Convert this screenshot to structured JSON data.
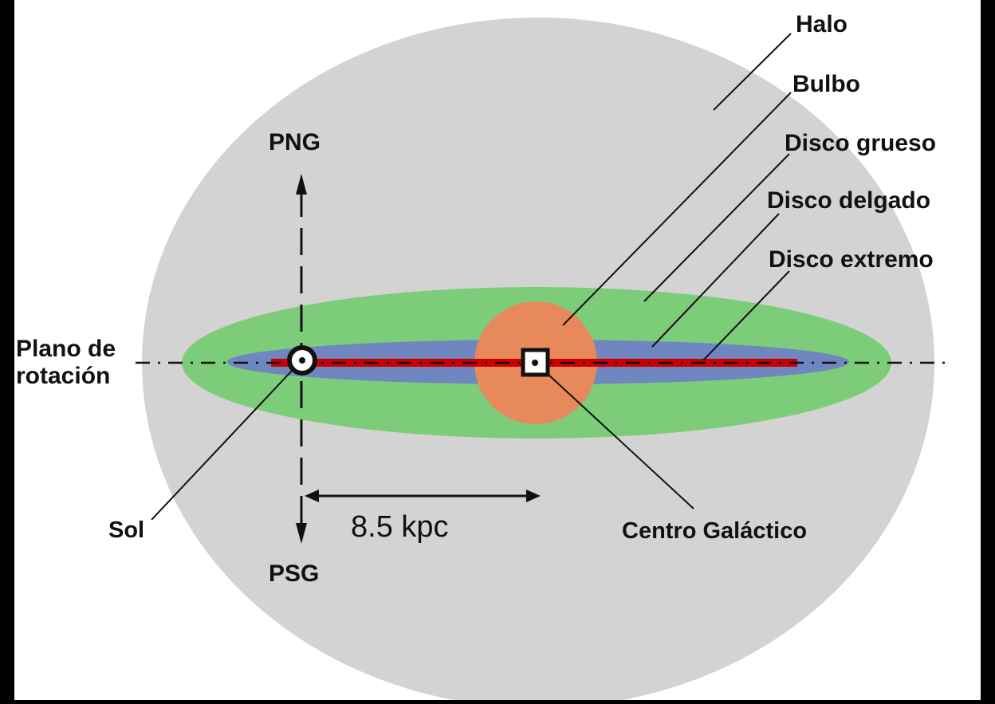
{
  "labels": {
    "halo": "Halo",
    "bulbo": "Bulbo",
    "disco_grueso": "Disco grueso",
    "disco_delgado": "Disco delgado",
    "disco_extremo": "Disco extremo",
    "png": "PNG",
    "psg": "PSG",
    "plano_line1": "Plano de",
    "plano_line2": "rotación",
    "sol": "Sol",
    "distance": "8.5 kpc",
    "centro": "Centro Galáctico"
  },
  "colors": {
    "background": "#000000",
    "panel": "#ffffff",
    "halo": "#d3d3d3",
    "thick_disk": "#7dcc7a",
    "thin_disk": "#6f86c0",
    "extreme_disk": "#cc0000",
    "bulge": "#e7895a",
    "lines": "#111111"
  }
}
